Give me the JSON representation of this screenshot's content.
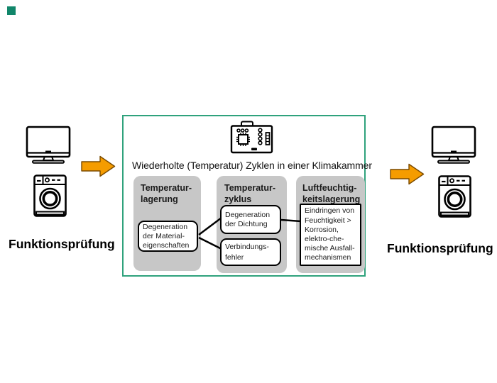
{
  "colors": {
    "marker_green": "#11866a",
    "chamber_border_green": "#2fa27c",
    "pillar_gray": "#c7c7c7",
    "arrow_orange": "#F59C00",
    "arrow_outline": "#7a4a00",
    "ink": "#1a1a1a"
  },
  "icons": {
    "marker": "green-square-marker",
    "left_devices": [
      "tv-monitor-icon",
      "washing-machine-icon"
    ],
    "right_devices": [
      "tv-monitor-icon",
      "washing-machine-icon"
    ],
    "flow": "arrow-right-icon",
    "chamber_top": "circuit-board-icon"
  },
  "left_panel": {
    "label": "Funktionsprüfung"
  },
  "right_panel": {
    "label": "Funktionsprüfung"
  },
  "chamber": {
    "title": "Wiederholte (Temperatur) Zyklen in einer Klimakammer",
    "columns": [
      {
        "heading": "Temperatur-\nlagerung",
        "boxes": [
          "Degeneration\nder Material-\neigenschaften"
        ]
      },
      {
        "heading": "Temperatur-\nzyklus",
        "boxes": [
          "Degeneration\nder Dichtung",
          "Verbindungs-\nfehler"
        ]
      },
      {
        "heading": "Luftfeuchtig-\nkeitslagerung",
        "boxes": [
          "Eindringen von\nFeuchtigkeit >\nKorrosion,\nelektro-che-\nmische Ausfall-\nmechanismen"
        ]
      }
    ]
  }
}
